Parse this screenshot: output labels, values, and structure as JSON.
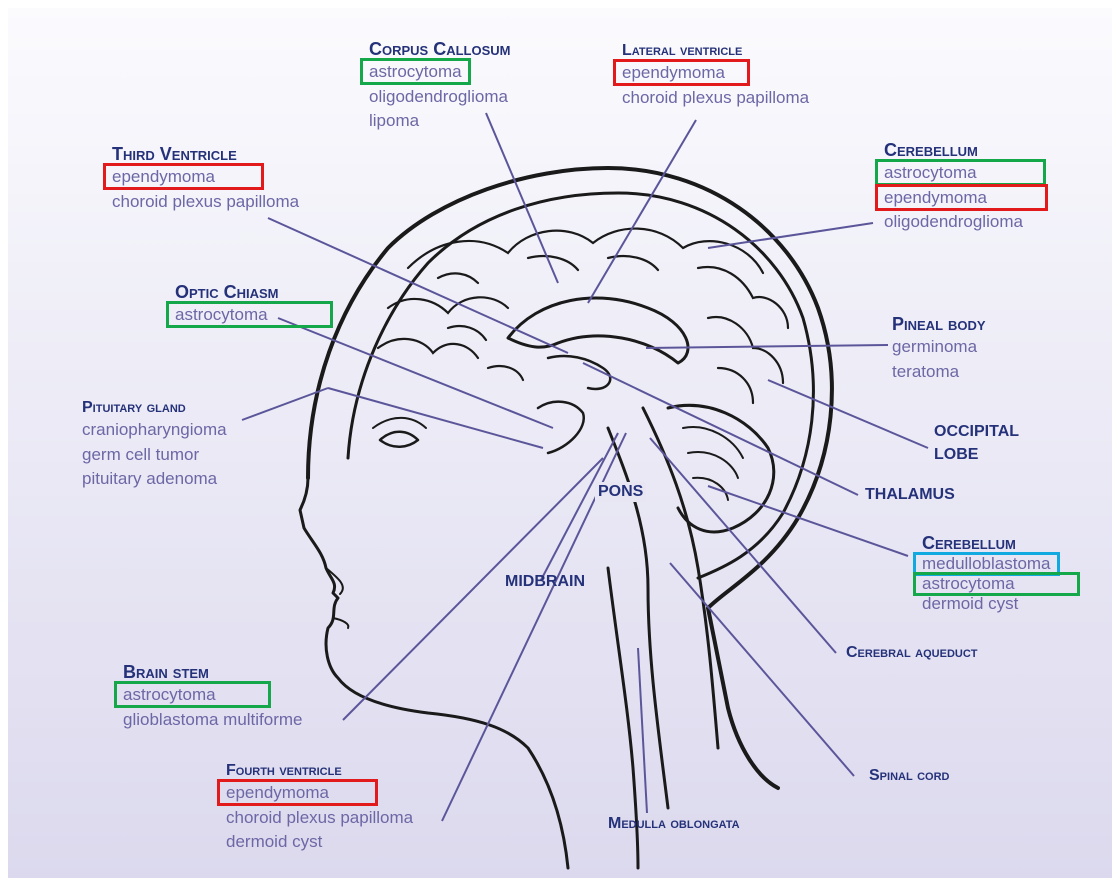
{
  "colors": {
    "title": "#25327a",
    "tumor_text": "#6c67a5",
    "leader_line": "#5b569a",
    "highlight_red": "#e31a1c",
    "highlight_green": "#14a84a",
    "highlight_blue": "#12a8e0"
  },
  "labels": {
    "corpus_callosum": {
      "title": "Corpus Callosum",
      "tumors": [
        "astrocytoma",
        "oligodendroglioma",
        "lipoma"
      ],
      "highlight": [
        "green",
        null,
        null
      ]
    },
    "lateral_ventricle": {
      "title": "Lateral ventricle",
      "tumors": [
        "ependymoma",
        "choroid plexus papilloma"
      ],
      "highlight": [
        "red",
        null
      ]
    },
    "third_ventricle": {
      "title": "Third Ventricle",
      "tumors": [
        "ependymoma",
        "choroid plexus papilloma"
      ],
      "highlight": [
        "red",
        null
      ]
    },
    "cerebellum_top": {
      "title": "Cerebellum",
      "tumors": [
        "astrocytoma",
        "ependymoma",
        "oligodendroglioma"
      ],
      "highlight": [
        "green",
        "red",
        null
      ]
    },
    "optic_chiasm": {
      "title": "Optic Chiasm",
      "tumors": [
        "astrocytoma"
      ],
      "highlight": [
        "green"
      ]
    },
    "pineal_body": {
      "title": "Pineal body",
      "tumors": [
        "germinoma",
        "teratoma"
      ],
      "highlight": [
        null,
        null
      ]
    },
    "pituitary_gland": {
      "title": "Pituitary gland",
      "tumors": [
        "craniopharyngioma",
        "germ cell tumor",
        "pituitary adenoma"
      ],
      "highlight": [
        null,
        null,
        null
      ]
    },
    "occipital_lobe": {
      "title_lines": [
        "OCCIPITAL",
        "LOBE"
      ]
    },
    "thalamus": {
      "title": "THALAMUS"
    },
    "pons": {
      "title": "PONS"
    },
    "cerebellum_bottom": {
      "title": "Cerebellum",
      "tumors": [
        "medulloblastoma",
        "astrocytoma",
        "dermoid cyst"
      ],
      "highlight": [
        "blue",
        "green",
        null
      ]
    },
    "midbrain": {
      "title": "MIDBRAIN"
    },
    "cerebral_aqueduct": {
      "title": "Cerebral aqueduct"
    },
    "brain_stem": {
      "title": "Brain stem",
      "tumors": [
        "astrocytoma",
        "glioblastoma multiforme"
      ],
      "highlight": [
        "green",
        null
      ]
    },
    "fourth_ventricle": {
      "title": "Fourth ventricle",
      "tumors": [
        "ependymoma",
        "choroid plexus papilloma",
        "dermoid cyst"
      ],
      "highlight": [
        "red",
        null,
        null
      ]
    },
    "spinal_cord": {
      "title": "Spinal cord"
    },
    "medulla_oblongata": {
      "title": "Medulla oblongata"
    }
  }
}
